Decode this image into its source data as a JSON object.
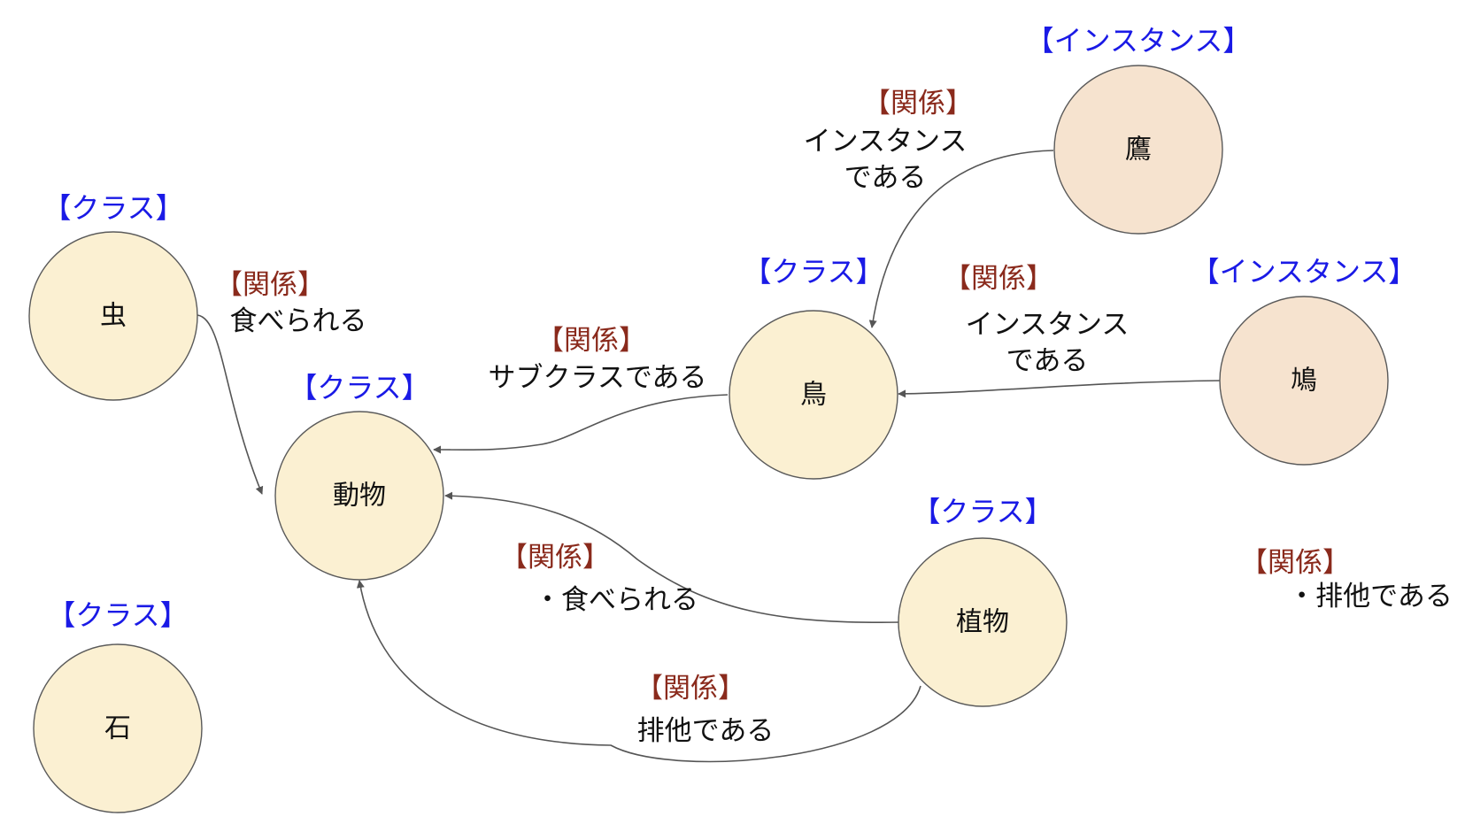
{
  "colors": {
    "class_fill": "#fbf0d2",
    "instance_fill": "#f6e3cf",
    "class_label": "#1a1ae6",
    "relation_label": "#8a2a1c",
    "edge": "#555555"
  },
  "nodes": {
    "insect": "虫",
    "animal": "動物",
    "stone": "石",
    "bird": "鳥",
    "plant": "植物",
    "hawk": "鷹",
    "dove": "鳩"
  },
  "labels": {
    "class": "【クラス】",
    "instance": "【インスタンス】",
    "relation": "【関係】"
  },
  "relations": {
    "eaten": "食べられる",
    "subclass": "サブクラスである",
    "instance_line1": "インスタンス",
    "instance_line2": "である",
    "eaten_bullet": "・食べられる",
    "exclusive": "排他である",
    "exclusive_bullet": "・排他である"
  }
}
